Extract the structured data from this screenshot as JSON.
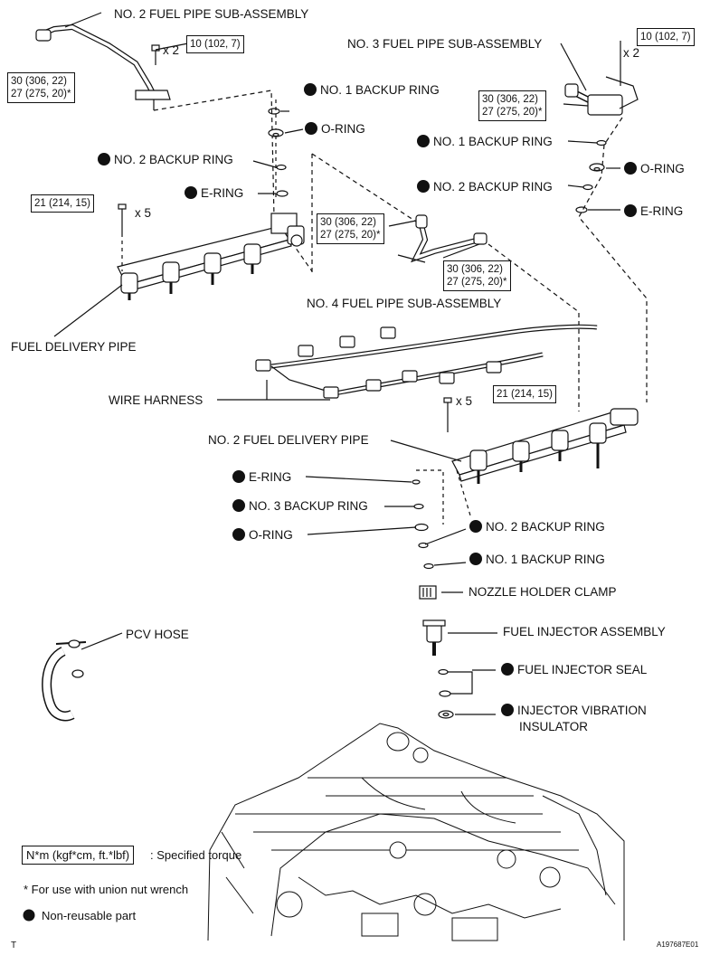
{
  "labels": {
    "no2_fuel_pipe_sub": "NO. 2 FUEL PIPE SUB-ASSEMBLY",
    "no3_fuel_pipe_sub": "NO. 3 FUEL PIPE SUB-ASSEMBLY",
    "no4_fuel_pipe_sub": "NO. 4 FUEL PIPE SUB-ASSEMBLY",
    "fuel_delivery_pipe": "FUEL DELIVERY PIPE",
    "wire_harness": "WIRE HARNESS",
    "no2_fuel_delivery_pipe": "NO. 2 FUEL DELIVERY PIPE",
    "left_no1_backup_ring": "NO. 1 BACKUP RING",
    "left_o_ring": "O-RING",
    "left_no2_backup_ring": "NO. 2 BACKUP RING",
    "left_e_ring": "E-RING",
    "right_no1_backup_ring": "NO. 1 BACKUP RING",
    "right_o_ring": "O-RING",
    "right_no2_backup_ring": "NO. 2 BACKUP RING",
    "right_e_ring": "E-RING",
    "inj_e_ring": "E-RING",
    "inj_no3_backup_ring": "NO. 3 BACKUP RING",
    "inj_o_ring": "O-RING",
    "inj_no2_backup_ring": "NO. 2 BACKUP RING",
    "inj_no1_backup_ring": "NO. 1 BACKUP RING",
    "nozzle_holder_clamp": "NOZZLE HOLDER CLAMP",
    "fuel_injector_assembly": "FUEL INJECTOR ASSEMBLY",
    "fuel_injector_seal": "FUEL INJECTOR SEAL",
    "injector_vibration_insulator_1": "INJECTOR VIBRATION",
    "injector_vibration_insulator_2": "INSULATOR",
    "pcv_hose": "PCV HOSE"
  },
  "torques": {
    "tq_10_left": "10 (102, 7)",
    "tq_10_right": "10 (102, 7)",
    "tq_30_a1": "30 (306, 22)",
    "tq_27_a2": "27 (275, 20)*",
    "tq_30_b1": "30 (306, 22)",
    "tq_27_b2": "27 (275, 20)*",
    "tq_30_c1": "30 (306, 22)",
    "tq_27_c2": "27 (275, 20)*",
    "tq_30_d1": "30 (306, 22)",
    "tq_27_d2": "27 (275, 20)*",
    "tq_21_left": "21 (214, 15)",
    "tq_21_right": "21 (214, 15)"
  },
  "multipliers": {
    "x2_left": "x 2",
    "x2_right": "x 2",
    "x5_left": "x 5",
    "x5_right": "x 5"
  },
  "legend": {
    "torque_box": "N*m (kgf*cm, ft.*lbf)",
    "torque_desc": ": Specified torque",
    "union_nut": "* For use with union nut wrench",
    "non_reusable": "Non-reusable part"
  },
  "corner": {
    "left": "T",
    "right": "A197687E01"
  },
  "colors": {
    "ink": "#111111",
    "paper": "#ffffff"
  }
}
